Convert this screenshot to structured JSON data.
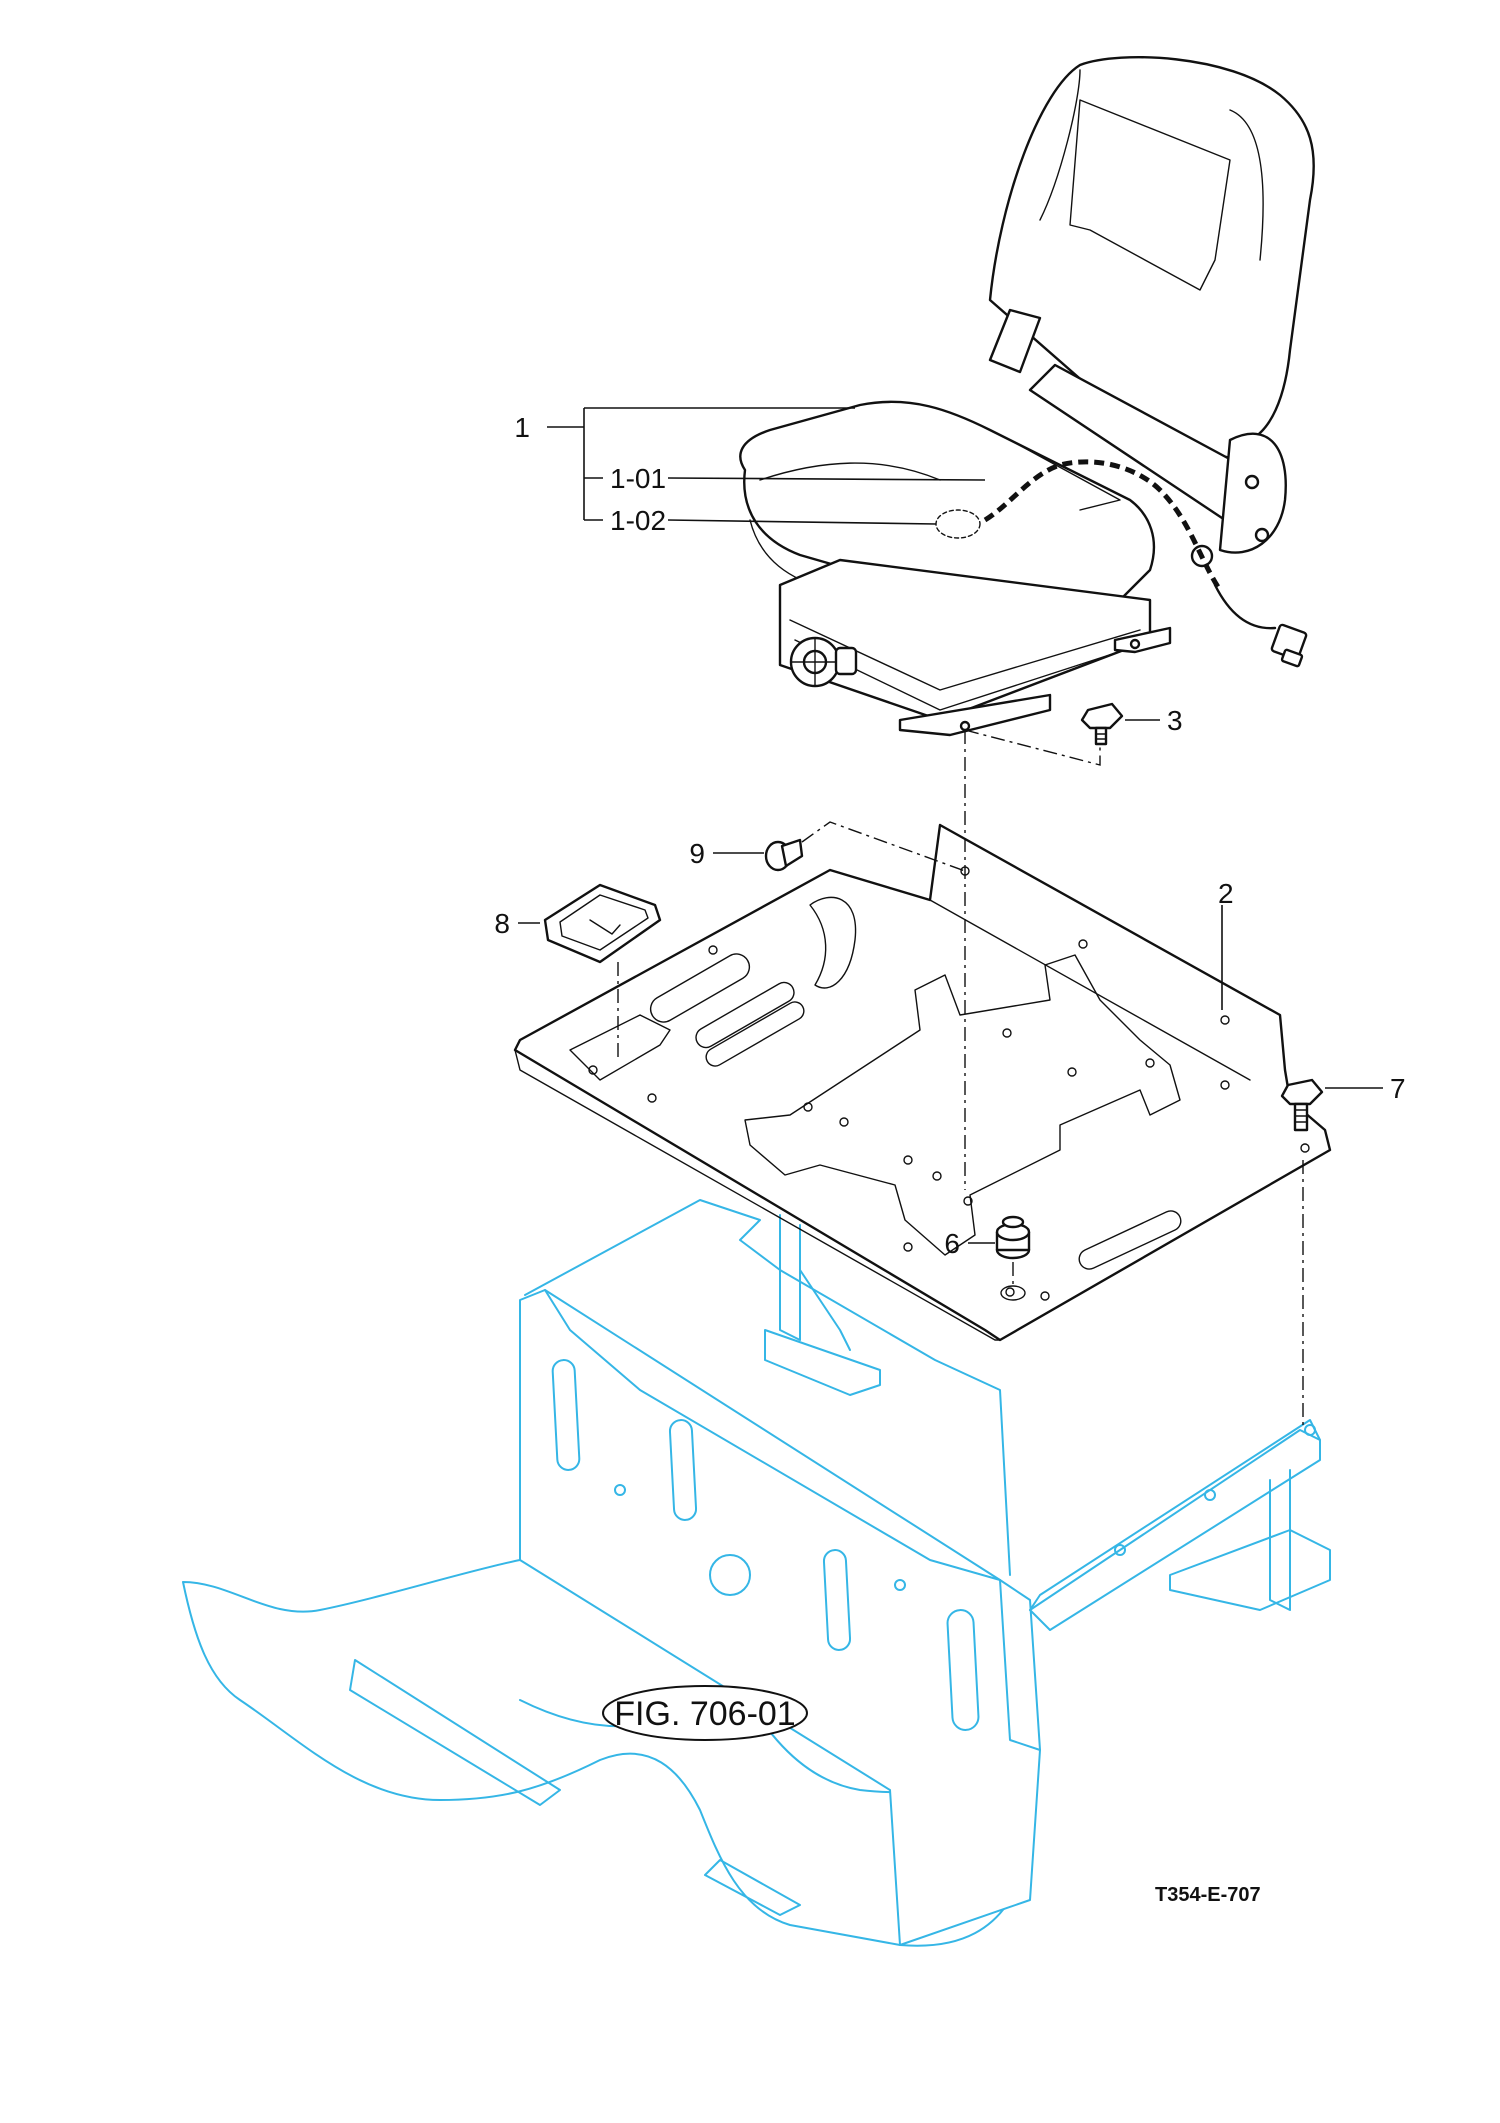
{
  "callouts": {
    "part_1": "1",
    "part_1_01": "1-01",
    "part_1_02": "1-02",
    "part_2": "2",
    "part_3": "3",
    "part_6": "6",
    "part_7": "7",
    "part_8": "8",
    "part_9": "9"
  },
  "figure_reference": "FIG. 706-01",
  "drawing_number": "T354-E-707",
  "colors": {
    "line_art": "#111111",
    "reference_frame": "#35b6e6"
  }
}
